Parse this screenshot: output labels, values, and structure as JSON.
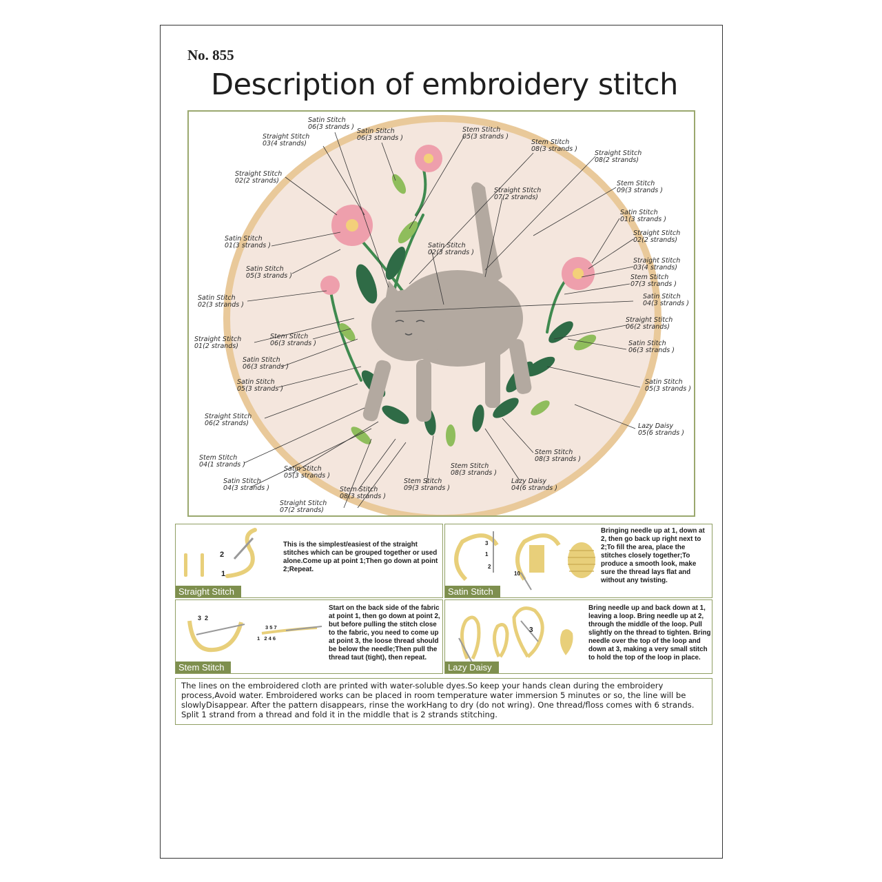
{
  "header": {
    "number": "No. 855",
    "title": "Description of embroidery stitch"
  },
  "colors": {
    "frame_border": "#9aa86e",
    "tag_bg": "#7e8f4e",
    "hoop": "#e9c99a",
    "fabric": "#f4e6dd",
    "cat": "#b3a9a0",
    "flower": "#ee9fac",
    "leaf_dark": "#2f6b46",
    "leaf_light": "#8fbd5c"
  },
  "diagram": {
    "labels": [
      {
        "name": "Satin Stitch",
        "detail": "06(3 strands )"
      },
      {
        "name": "Straight Stitch",
        "detail": "03(4 strands)"
      },
      {
        "name": "Satin Stitch",
        "detail": "06(3 strands )"
      },
      {
        "name": "Stem Stitch",
        "detail": "05(3 strands )"
      },
      {
        "name": "Stem Stitch",
        "detail": "08(3 strands )"
      },
      {
        "name": "Straight Stitch",
        "detail": "08(2 strands)"
      },
      {
        "name": "Straight Stitch",
        "detail": "02(2 strands)"
      },
      {
        "name": "Straight Stitch",
        "detail": "07(2 strands)"
      },
      {
        "name": "Stem Stitch",
        "detail": "09(3 strands )"
      },
      {
        "name": "Satin Stitch",
        "detail": "01(3 strands )"
      },
      {
        "name": "Straight Stitch",
        "detail": "02(2 strands)"
      },
      {
        "name": "Satin Stitch",
        "detail": "01(3 strands )"
      },
      {
        "name": "Satin Stitch",
        "detail": "02(3 strands )"
      },
      {
        "name": "Straight Stitch",
        "detail": "03(4 strands)"
      },
      {
        "name": "Satin Stitch",
        "detail": "05(3 strands )"
      },
      {
        "name": "Stem Stitch",
        "detail": "07(3 strands )"
      },
      {
        "name": "Satin Stitch",
        "detail": "02(3 strands )"
      },
      {
        "name": "Satin Stitch",
        "detail": "04(3 strands )"
      },
      {
        "name": "Straight Stitch",
        "detail": "01(2 strands)"
      },
      {
        "name": "Stem Stitch",
        "detail": "06(3 strands )"
      },
      {
        "name": "Straight Stitch",
        "detail": "06(2 strands)"
      },
      {
        "name": "Satin Stitch",
        "detail": "06(3 strands )"
      },
      {
        "name": "Satin Stitch",
        "detail": "06(3 strands )"
      },
      {
        "name": "Satin Stitch",
        "detail": "05(3 strands )"
      },
      {
        "name": "Satin Stitch",
        "detail": "05(3 strands )"
      },
      {
        "name": "Straight Stitch",
        "detail": "06(2 strands)"
      },
      {
        "name": "Lazy Daisy",
        "detail": "05(6 strands )"
      },
      {
        "name": "Stem Stitch",
        "detail": "04(1 strands )"
      },
      {
        "name": "Satin Stitch",
        "detail": "05(3 strands )"
      },
      {
        "name": "Stem Stitch",
        "detail": "08(3 strands )"
      },
      {
        "name": "Stem Stitch",
        "detail": "08(3 strands )"
      },
      {
        "name": "Satin Stitch",
        "detail": "04(3 strands )"
      },
      {
        "name": "Stem Stitch",
        "detail": "09(3 strands )"
      },
      {
        "name": "Lazy Daisy",
        "detail": "04(6 strands )"
      },
      {
        "name": "Stem Stitch",
        "detail": "08(3 strands )"
      },
      {
        "name": "Straight Stitch",
        "detail": "07(2 strands)"
      }
    ]
  },
  "stitches": {
    "straight": {
      "label": "Straight Stitch",
      "text": "This is the simplest/easiest of the straight stitches which can be grouped together or used alone.Come up at point 1;Then go down at point 2;Repeat.",
      "num1": "1",
      "num2": "2"
    },
    "satin": {
      "label": "Satin Stitch",
      "text": "Bringing needle up at 1, down at 2, then go back up right next to 2;To fill the area, place the stitches closely together;To produce a smooth look, make sure the thread lays flat and without any twisting.",
      "num1": "1",
      "num3": "3",
      "num2": "2",
      "num10": "10"
    },
    "stem": {
      "label": "Stem Stitch",
      "text": "Start on the back side of the fabric at point 1, then go down at point 2, but before pulling the stitch close to the fabric, you need to come up at point 3, the loose thread should be below the needle;Then pull the thread taut (tight), then repeat.",
      "top_nums": "3  2",
      "mini_top": "3 5 7",
      "mini_bottom": "1   2 4 6"
    },
    "lazy": {
      "label": "Lazy Daisy",
      "text": "Bring needle up and back down at 1, leaving a loop. Bring needle up at 2, through the middle of the loop. Pull slightly on the thread to tighten. Bring needle over the top of the loop and down at 3, making a very small stitch to hold the top of the loop in place.",
      "num3": "3"
    }
  },
  "note": "The lines on the embroidered cloth are printed with water-soluble dyes.So keep your hands clean during the embroidery process,Avoid water. Embroidered works can be placed in room temperature water immersion 5 minutes or so, the line will be slowlyDisappear. After the pattern disappears, rinse the workHang to dry (do not wring). One thread/floss comes with 6 strands. Split 1 strand from a thread and fold it in the middle that is 2 strands stitching."
}
